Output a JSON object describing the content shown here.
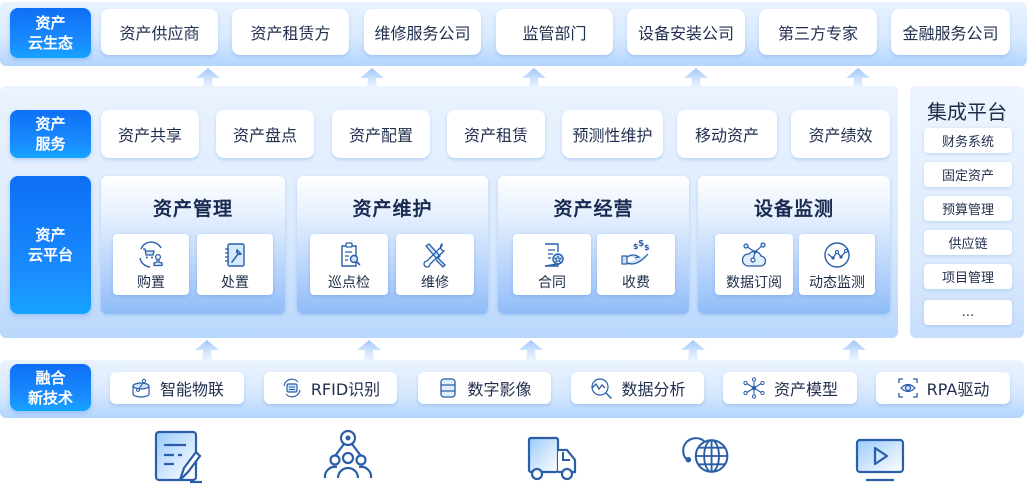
{
  "ecosystem": {
    "label": [
      "资产",
      "云生态"
    ],
    "items": [
      "资产供应商",
      "资产租赁方",
      "维修服务公司",
      "监管部门",
      "设备安装公司",
      "第三方专家",
      "金融服务公司"
    ]
  },
  "services": {
    "label": [
      "资产",
      "服务"
    ],
    "items": [
      "资产共享",
      "资产盘点",
      "资产配置",
      "资产租赁",
      "预测性维护",
      "移动资产",
      "资产绩效"
    ]
  },
  "platform": {
    "label": [
      "资产",
      "云平台"
    ],
    "modules": [
      {
        "title": "资产管理",
        "subs": [
          {
            "label": "购置",
            "icon": "cart-stamp-icon"
          },
          {
            "label": "处置",
            "icon": "notebook-wrench-icon"
          }
        ]
      },
      {
        "title": "资产维护",
        "subs": [
          {
            "label": "巡点检",
            "icon": "clipboard-search-icon"
          },
          {
            "label": "维修",
            "icon": "tools-icon"
          }
        ]
      },
      {
        "title": "资产经营",
        "subs": [
          {
            "label": "合同",
            "icon": "contract-icon"
          },
          {
            "label": "收费",
            "icon": "hand-money-icon"
          }
        ]
      },
      {
        "title": "设备监测",
        "subs": [
          {
            "label": "数据订阅",
            "icon": "data-subscribe-icon"
          },
          {
            "label": "动态监测",
            "icon": "dynamic-monitor-icon"
          }
        ]
      }
    ]
  },
  "integration": {
    "title": "集成平台",
    "items": [
      "财务系统",
      "固定资产",
      "预算管理",
      "供应链",
      "项目管理",
      "..."
    ]
  },
  "technology": {
    "label": [
      "融合",
      "新技术"
    ],
    "items": [
      {
        "label": "智能物联",
        "icon": "iot-icon"
      },
      {
        "label": "RFID识别",
        "icon": "rfid-icon"
      },
      {
        "label": "数字影像",
        "icon": "database-icon"
      },
      {
        "label": "数据分析",
        "icon": "data-analysis-icon"
      },
      {
        "label": "资产模型",
        "icon": "network-model-icon"
      },
      {
        "label": "RPA驱动",
        "icon": "rpa-eye-icon"
      }
    ]
  },
  "footer_icons": [
    "document-edit-icon",
    "team-icon",
    "truck-icon",
    "globe-icon",
    "video-screen-icon"
  ],
  "colors": {
    "label_blue": "#1a8cff",
    "icon_blue": "#2a5ea8",
    "band_light": "#dcebfd",
    "band_dark": "#b3d5fd"
  }
}
